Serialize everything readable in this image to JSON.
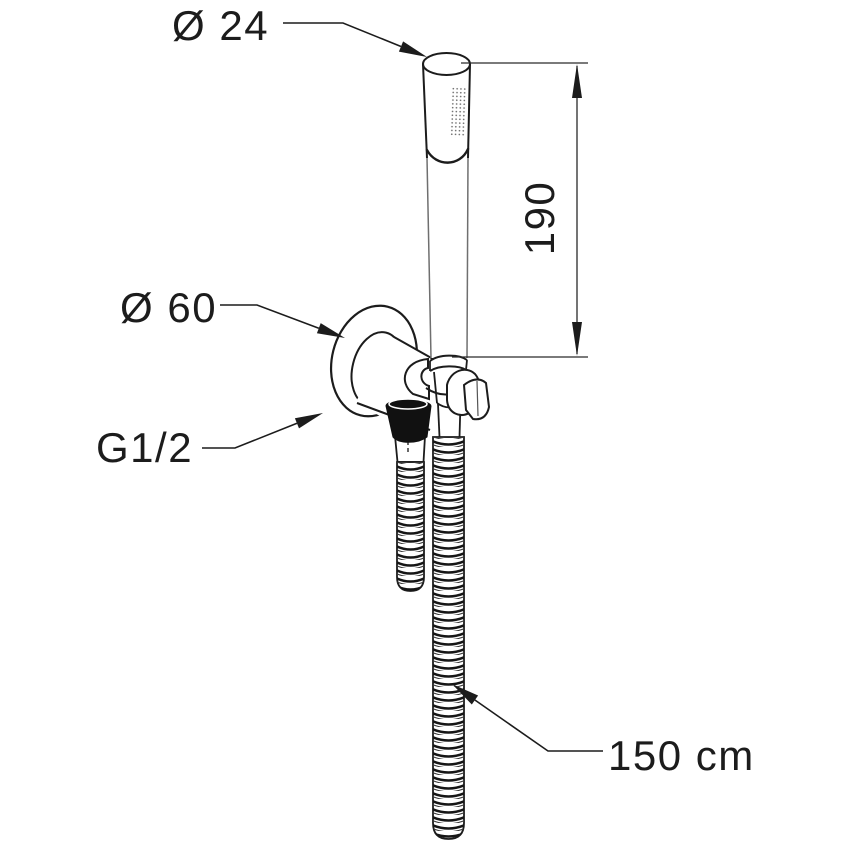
{
  "drawing": {
    "type": "technical line drawing",
    "subject": "wall-mounted hand shower set with holder and flexible hose",
    "labels": {
      "head_diameter": "Ø 24",
      "flange_diameter": "Ø 60",
      "thread_size": "G1/2",
      "wand_length": "190",
      "hose_length": "150 cm"
    },
    "colors": {
      "line": "#1c1c1c",
      "secondary_line": "#777777",
      "fill": "#ffffff",
      "nut_fill": "#111111",
      "spray_dots": "#6e6e6e"
    }
  }
}
